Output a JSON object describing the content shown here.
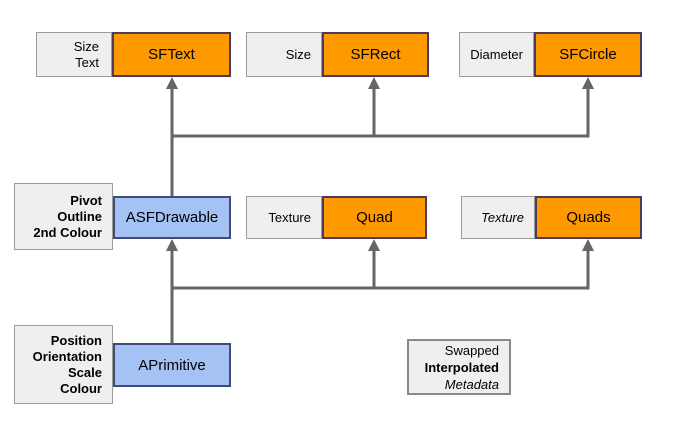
{
  "colors": {
    "class_fill_orange": "#ff9900",
    "class_border_orange": "#4b3c5e",
    "class_fill_blue": "#a4c2f4",
    "class_border_blue": "#414b75",
    "attr_fill": "#efefef",
    "attr_border": "#9c9c9c",
    "legend_border": "#8a8a8a",
    "arrow": "#666666",
    "text": "#000000",
    "background": "#ffffff"
  },
  "nodes": {
    "sftext": {
      "label": "SFText",
      "attrs": [
        {
          "text": "Size",
          "emphasis": "swapped"
        },
        {
          "text": "Text",
          "emphasis": "swapped"
        }
      ]
    },
    "sfrect": {
      "label": "SFRect",
      "attrs": [
        {
          "text": "Size",
          "emphasis": "swapped"
        }
      ]
    },
    "sfcircle": {
      "label": "SFCircle",
      "attrs": [
        {
          "text": "Diameter",
          "emphasis": "swapped"
        }
      ]
    },
    "asfdrawable": {
      "label": "ASFDrawable",
      "attrs": [
        {
          "text": "Pivot",
          "emphasis": "interpolated"
        },
        {
          "text": "Outline",
          "emphasis": "interpolated"
        },
        {
          "text": "2nd Colour",
          "emphasis": "interpolated"
        }
      ]
    },
    "quad": {
      "label": "Quad",
      "attrs": [
        {
          "text": "Texture",
          "emphasis": "swapped"
        }
      ]
    },
    "quads": {
      "label": "Quads",
      "attrs": [
        {
          "text": "Texture",
          "emphasis": "metadata"
        }
      ]
    },
    "aprimitive": {
      "label": "APrimitive",
      "attrs": [
        {
          "text": "Position",
          "emphasis": "interpolated"
        },
        {
          "text": "Orientation",
          "emphasis": "interpolated"
        },
        {
          "text": "Scale",
          "emphasis": "interpolated"
        },
        {
          "text": "Colour",
          "emphasis": "interpolated"
        }
      ]
    }
  },
  "legend": {
    "items": [
      {
        "text": "Swapped",
        "emphasis": "swapped"
      },
      {
        "text": "Interpolated",
        "emphasis": "interpolated"
      },
      {
        "text": "Metadata",
        "emphasis": "metadata"
      }
    ]
  }
}
